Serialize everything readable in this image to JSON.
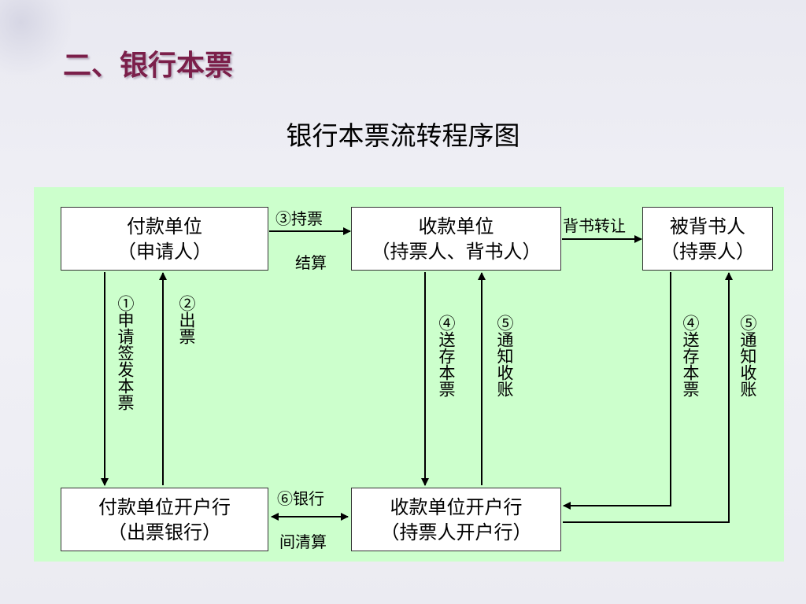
{
  "slide": {
    "title": "二、银行本票"
  },
  "diagram": {
    "title": "银行本票流转程序图",
    "nodes": {
      "payer": {
        "line1": "付款单位",
        "line2": "（申请人）"
      },
      "payee": {
        "line1": "收款单位",
        "line2": "（持票人、背书人）"
      },
      "endorsee": {
        "line1": "被背书人",
        "line2": "（持票人）"
      },
      "payer_bank": {
        "line1": "付款单位开户行",
        "line2": "（出票银行）"
      },
      "payee_bank": {
        "line1": "收款单位开户行",
        "line2": "（持票人开户行）"
      }
    },
    "edges": {
      "hold_ticket": "③持票",
      "settle": "结算",
      "endorse": "背书转让",
      "apply": "①申请签发本票",
      "issue": "②出票",
      "deposit_1": "④送存本票",
      "notify_1": "⑤通知收账",
      "deposit_2": "④送存本票",
      "notify_2": "⑤通知收账",
      "clearing_1": "⑥银行",
      "clearing_2": "间清算"
    }
  }
}
